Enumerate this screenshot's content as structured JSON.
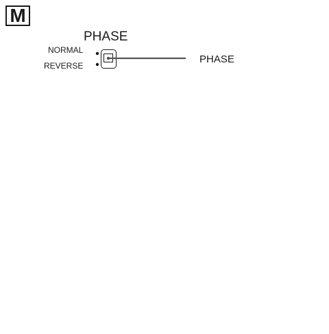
{
  "section_badge": "M",
  "switch": {
    "title": "PHASE",
    "positions": [
      "NORMAL",
      "REVERSE"
    ]
  },
  "callout": {
    "label": "PHASE"
  }
}
